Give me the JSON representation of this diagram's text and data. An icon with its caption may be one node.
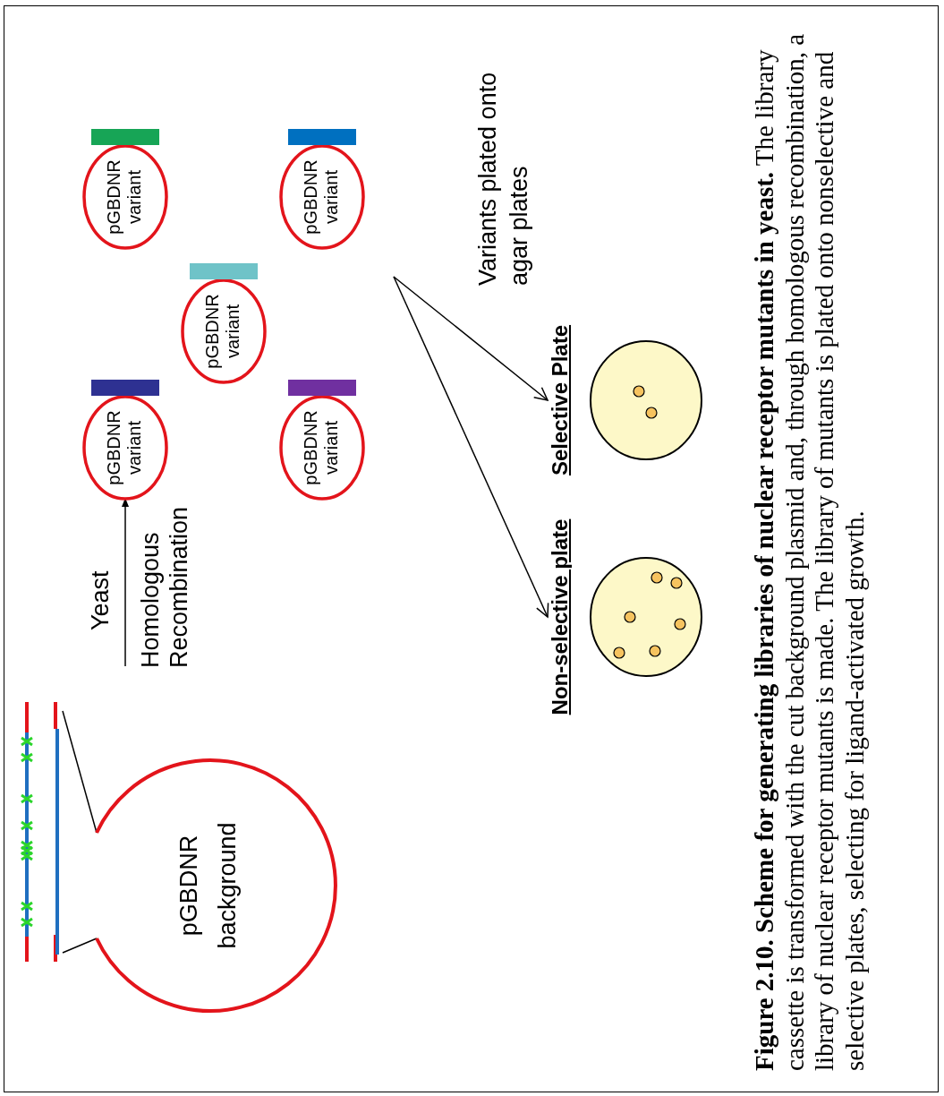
{
  "diagram": {
    "caption": "**Figure 2.10. Scheme for generating libraries of nuclear receptor mutants in yeast.** The library cassette is transformed with the cut background plasmid and, through homologous recombination, a library of nuclear receptor mutants is made. The library of mutants is plated onto nonselective and selective plates, selecting for ligand-activated growth.",
    "nodes": [
      {
        "text": [
          "pGBDNR background"
        ]
      },
      {
        "text": [],
        "shape": "bar"
      },
      {
        "text": [
          "pGBDNR variant"
        ]
      },
      {
        "text": [
          "pGBDNR variant"
        ]
      },
      {
        "text": [
          "pGBDNR variant"
        ]
      },
      {
        "text": [
          "pGBDNR variant"
        ]
      },
      {
        "text": [
          "pGBDNR variant"
        ]
      },
      {
        "text": [
          "Non-selective plate"
        ]
      },
      {
        "text": [
          "Selective Plate"
        ]
      }
    ],
    "edges": [
      {
        "from": 1,
        "to": 0,
        "arrow": "none"
      },
      {
        "from": 1,
        "to": 0,
        "arrow": "none"
      },
      {
        "from": null,
        "to": 2,
        "arrow": "to",
        "label": "Yeast"
      },
      {
        "from": null,
        "to": 7,
        "arrow": "to"
      },
      {
        "from": null,
        "to": 8,
        "arrow": "to"
      }
    ],
    "labels": [
      "Homologous Recombination",
      "Variants plated onto agar plates"
    ]
  }
}
